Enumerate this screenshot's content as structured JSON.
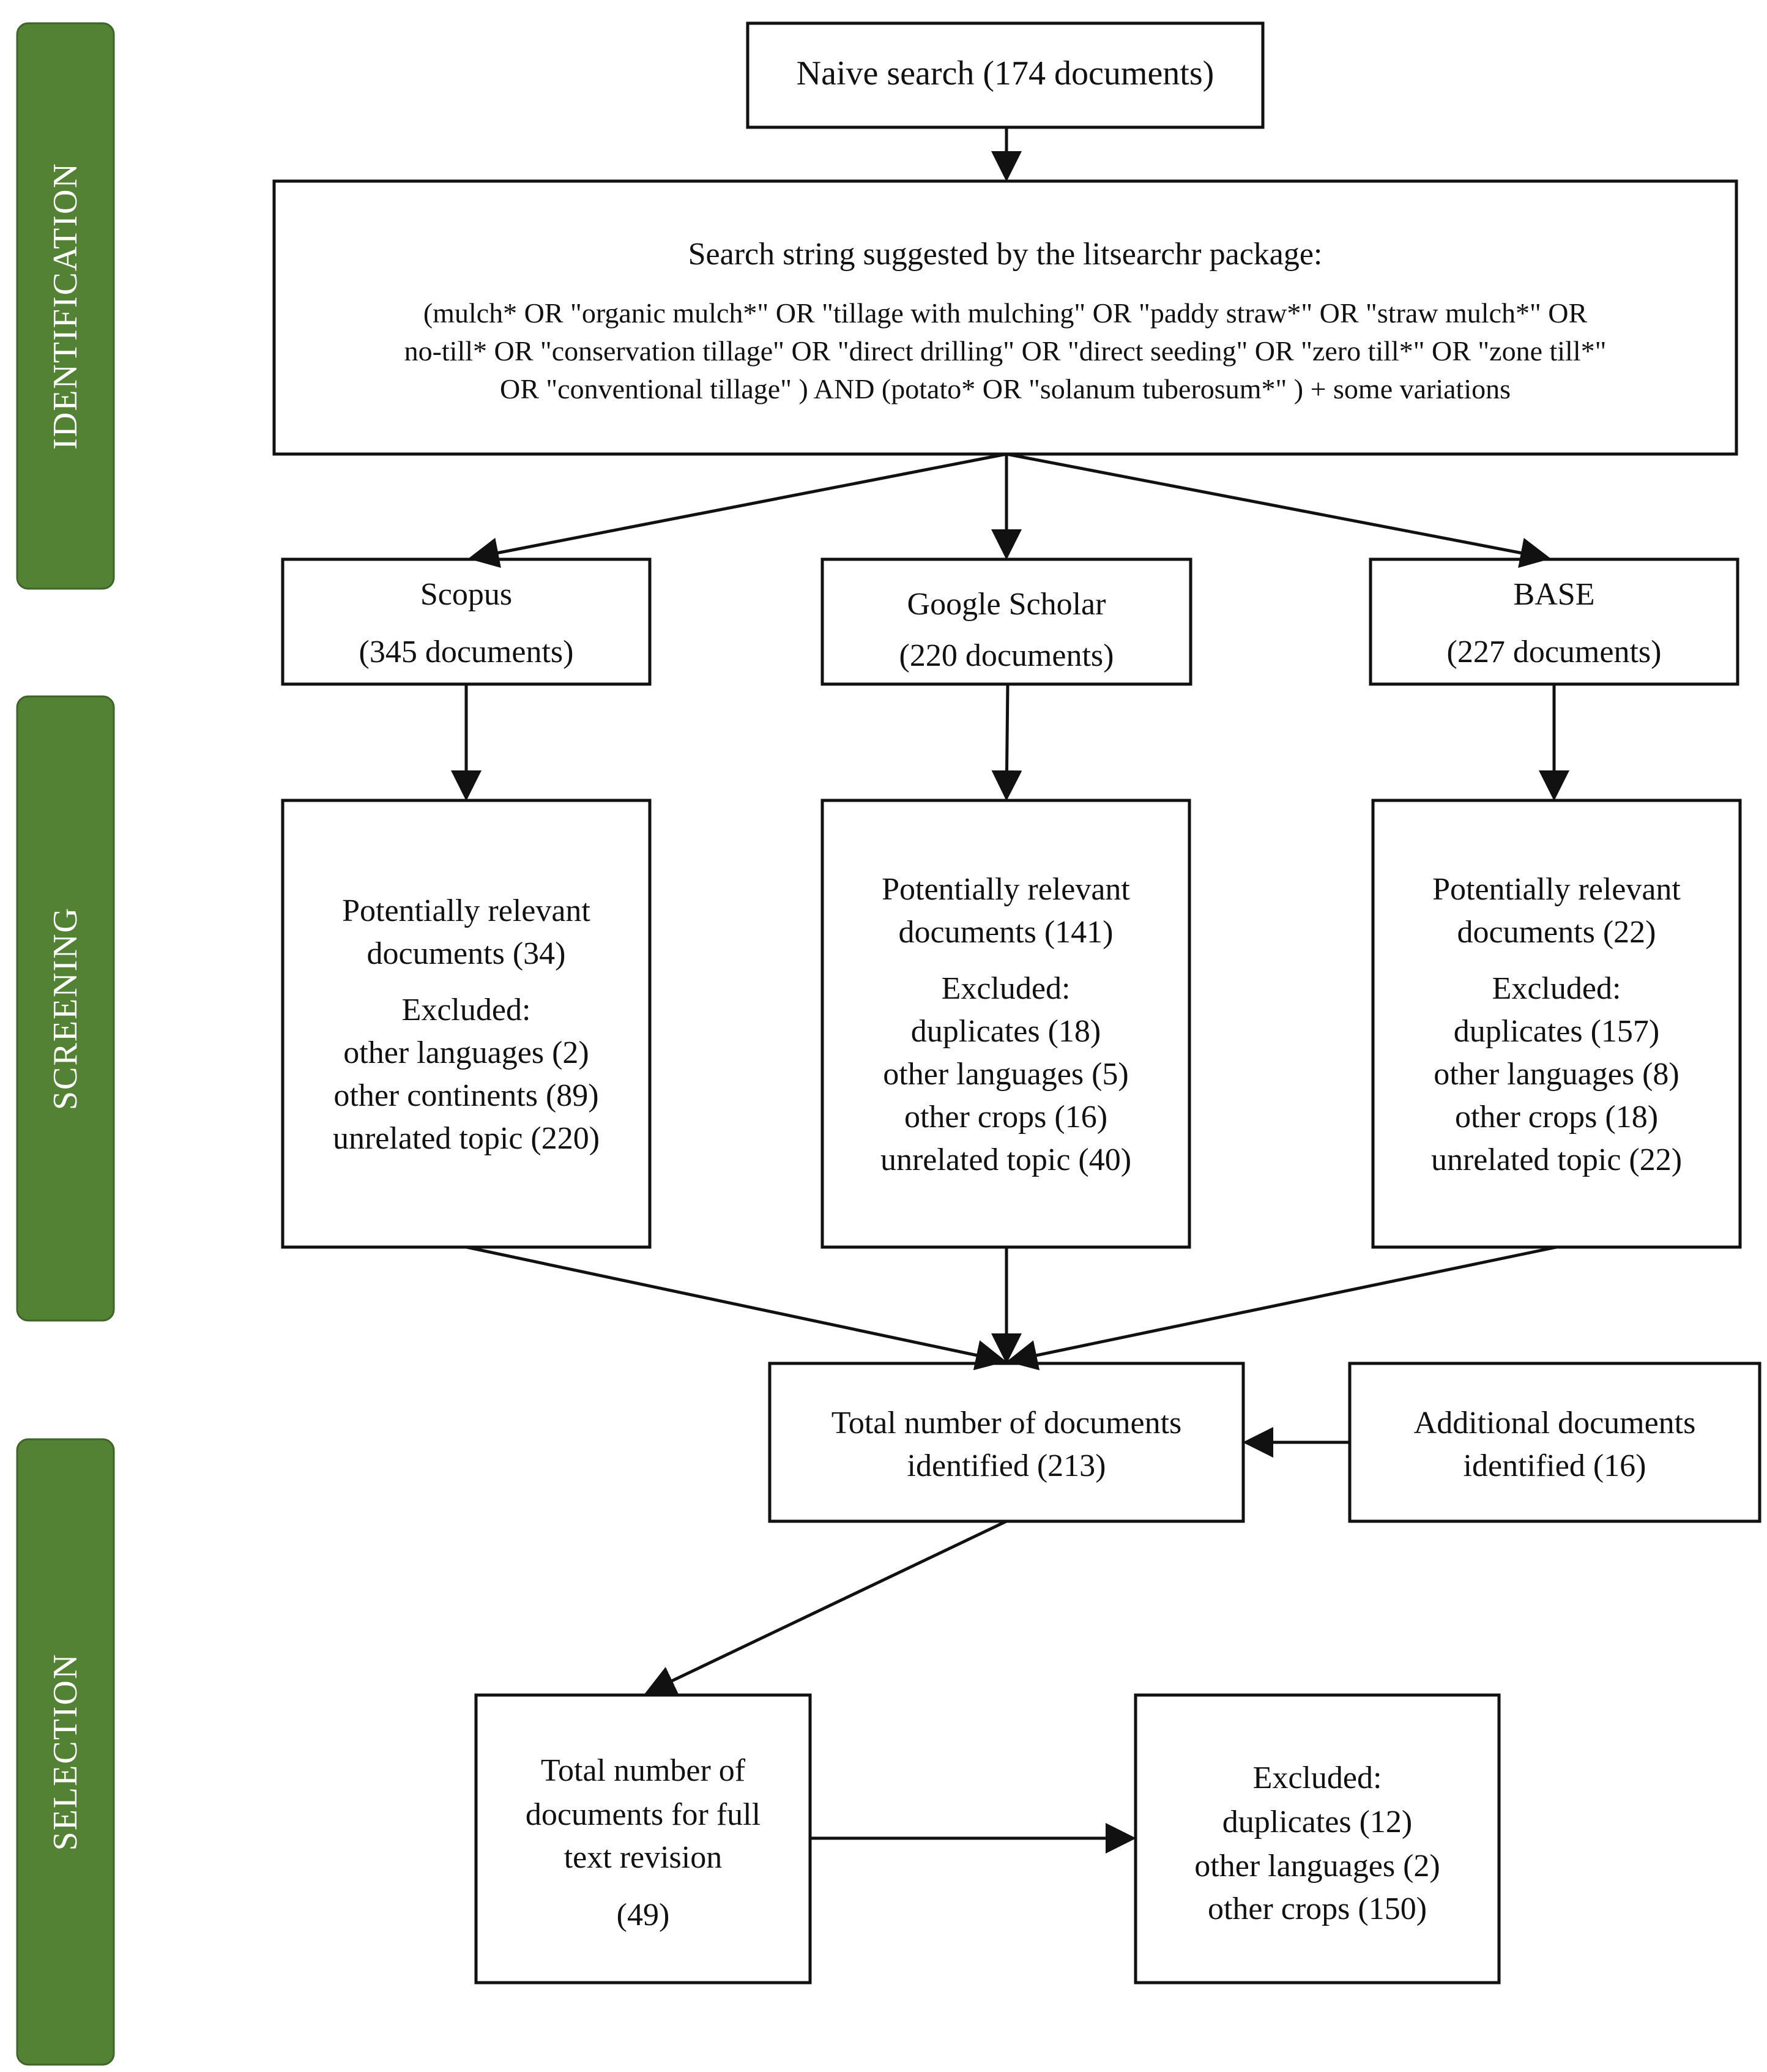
{
  "phases": {
    "identification": "IDENTIFICATION",
    "screening": "SCREENING",
    "selection": "SELECTION"
  },
  "naive_search": "Naive search  (174 documents)",
  "search_string": {
    "title": "Search string suggested by the litsearchr package:",
    "line1": "(mulch*  OR  \"organic mulch*\"  OR  \"tillage with mulching\"  OR  \"paddy straw*\"  OR  \"straw mulch*\"  OR",
    "line2": "no-till*  OR  \"conservation tillage\"  OR  \"direct drilling\"  OR \"direct seeding\" OR  \"zero till*\"  OR  \"zone till*\"",
    "line3": "OR  \"conventional tillage\" )  AND  (potato* OR  \"solanum tuberosum*\" ) + some variations"
  },
  "sources": {
    "scopus": {
      "name": "Scopus",
      "count": "(345 documents)"
    },
    "google_scholar": {
      "name": "Google Scholar",
      "count": "(220 documents)"
    },
    "base": {
      "name": "BASE",
      "count": "(227 documents)"
    }
  },
  "screening": {
    "scopus": [
      "Potentially relevant",
      "documents (34)",
      "Excluded:",
      "other languages (2)",
      "other continents (89)",
      "unrelated topic (220)"
    ],
    "google_scholar": [
      "Potentially relevant",
      "documents (141)",
      "Excluded:",
      "duplicates (18)",
      "other languages (5)",
      "other crops (16)",
      "unrelated topic (40)"
    ],
    "base": [
      "Potentially relevant",
      "documents (22)",
      "Excluded:",
      "duplicates (157)",
      "other languages (8)",
      "other crops (18)",
      "unrelated topic (22)"
    ]
  },
  "total_identified": [
    "Total number of documents",
    "identified (213)"
  ],
  "additional": [
    "Additional documents",
    "identified (16)"
  ],
  "full_text": [
    "Total number of",
    "documents for full",
    "text revision",
    "(49)"
  ],
  "final_excluded": [
    "Excluded:",
    "duplicates (12)",
    "other languages (2)",
    "other crops (150)"
  ],
  "colors": {
    "phase_fill": "#548235",
    "phase_text": "#ffffff",
    "box_stroke": "#111111"
  }
}
